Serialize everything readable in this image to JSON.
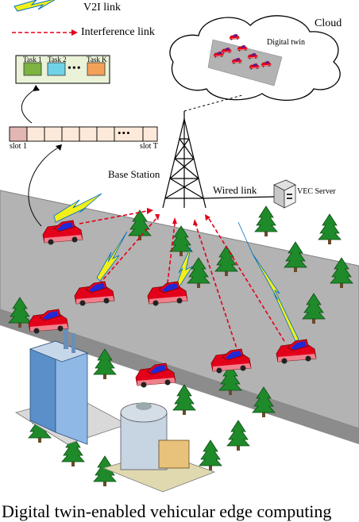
{
  "legend": {
    "v2i_label": "V2I link",
    "interference_label": "Interference link"
  },
  "cloud": {
    "label": "Cloud",
    "digital_twin_label": "Digital twin"
  },
  "tasks": {
    "items": [
      {
        "label": "Task 1",
        "color": "#7cb342"
      },
      {
        "label": "Task 2",
        "color": "#6fd3e8"
      },
      {
        "label": "Task K",
        "color": "#f4a15a"
      }
    ],
    "ellipsis": "•••"
  },
  "slots": {
    "first_label": "slot 1",
    "last_label": "slot T",
    "ellipsis": "•••"
  },
  "base_station": {
    "label": "Base Station"
  },
  "wired_link": {
    "label": "Wired link"
  },
  "server": {
    "label": "VEC Server"
  },
  "caption": {
    "text": "Digital twin-enabled vehicular edge computing"
  },
  "colors": {
    "road": "#b3b3b3",
    "road_side": "#8c8c8c",
    "car_red": "#e3001b",
    "car_blue": "#1f2ad6",
    "tree_green": "#1f8a2a",
    "bolt_yellow": "#f2ef1a",
    "interference_red": "#e3001b",
    "slot_fill": "#fde9d9",
    "slot_first_fill": "#e2b6b3"
  }
}
